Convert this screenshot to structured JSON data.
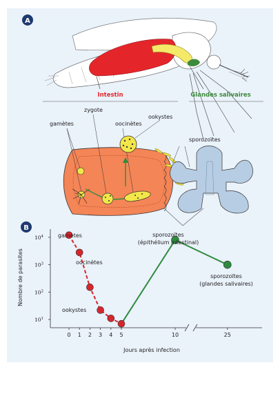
{
  "panel_a": {
    "letter": "A",
    "labels": {
      "intestin": "Intestin",
      "glandes": "Glandes salivaires",
      "gametes": "gamètes",
      "zygote": "zygote",
      "oocinetes": "oocinètes",
      "ookystes": "ookystes",
      "sporozoites": "sporozoïtes"
    },
    "colors": {
      "intestin": "#e4262b",
      "glandes": "#3d8a3d",
      "gut_fill": "#f48556",
      "parasite": "#f2e64a",
      "gland_fill": "#b7cde3",
      "wing_fill": "#f5e96a"
    }
  },
  "panel_b": {
    "letter": "B",
    "chart_data": {
      "type": "line",
      "ylabel": "Nombre de parasites",
      "xlabel": "Jours après infection",
      "yscale": "log",
      "ylim": [
        5,
        20000
      ],
      "y_ticks": [
        {
          "value": 10,
          "base": "10",
          "exp": "1"
        },
        {
          "value": 100,
          "base": "10",
          "exp": "2"
        },
        {
          "value": 1000,
          "base": "10",
          "exp": "3"
        },
        {
          "value": 10000,
          "base": "10",
          "exp": "4"
        }
      ],
      "x_ticks": [
        "0",
        "1",
        "2",
        "3",
        "4",
        "5",
        "10",
        "25"
      ],
      "series": [
        {
          "color": "#d7262b",
          "dashed": true,
          "x": [
            0,
            1,
            2,
            3,
            4,
            5
          ],
          "y": [
            12000,
            2800,
            150,
            22,
            11,
            7
          ]
        },
        {
          "color": "#2e8b3e",
          "dashed": false,
          "x": [
            5,
            10,
            25
          ],
          "y": [
            7,
            8000,
            1000
          ]
        }
      ],
      "annotations": [
        {
          "text": "gamètes"
        },
        {
          "text": "oocinètes"
        },
        {
          "text": "ookystes"
        },
        {
          "text": "sporozoïtes"
        },
        {
          "text": "(épithélium intestinal)"
        },
        {
          "text": "sporozoïtes"
        },
        {
          "text": "(glandes salivaires)"
        }
      ]
    }
  }
}
